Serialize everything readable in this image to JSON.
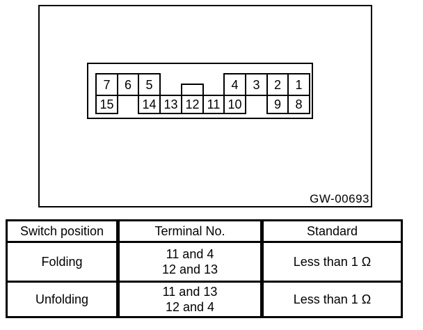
{
  "figure": {
    "code": "GW-00693",
    "connector": {
      "columns": 10,
      "top_row_pins": [
        {
          "label": "7",
          "col": 0
        },
        {
          "label": "6",
          "col": 1
        },
        {
          "label": "5",
          "col": 2
        },
        {
          "label": "4",
          "col": 6
        },
        {
          "label": "3",
          "col": 7
        },
        {
          "label": "2",
          "col": 8
        },
        {
          "label": "1",
          "col": 9
        }
      ],
      "bottom_row_pins": [
        {
          "label": "15",
          "col": 0
        },
        {
          "label": "14",
          "col": 2
        },
        {
          "label": "13",
          "col": 3
        },
        {
          "label": "12",
          "col": 4
        },
        {
          "label": "11",
          "col": 5
        },
        {
          "label": "10",
          "col": 6
        },
        {
          "label": "9",
          "col": 8
        },
        {
          "label": "8",
          "col": 9
        }
      ],
      "notch_col": 4
    }
  },
  "table": {
    "headers": [
      "Switch position",
      "Terminal No.",
      "Standard"
    ],
    "rows": [
      {
        "switch_position": "Folding",
        "terminal_line1": "11 and 4",
        "terminal_line2": "12 and 13",
        "standard": "Less than 1 Ω"
      },
      {
        "switch_position": "Unfolding",
        "terminal_line1": "11 and 13",
        "terminal_line2": "12 and 4",
        "standard": "Less than 1 Ω"
      }
    ]
  },
  "colors": {
    "ink": "#000000",
    "background": "#ffffff"
  }
}
